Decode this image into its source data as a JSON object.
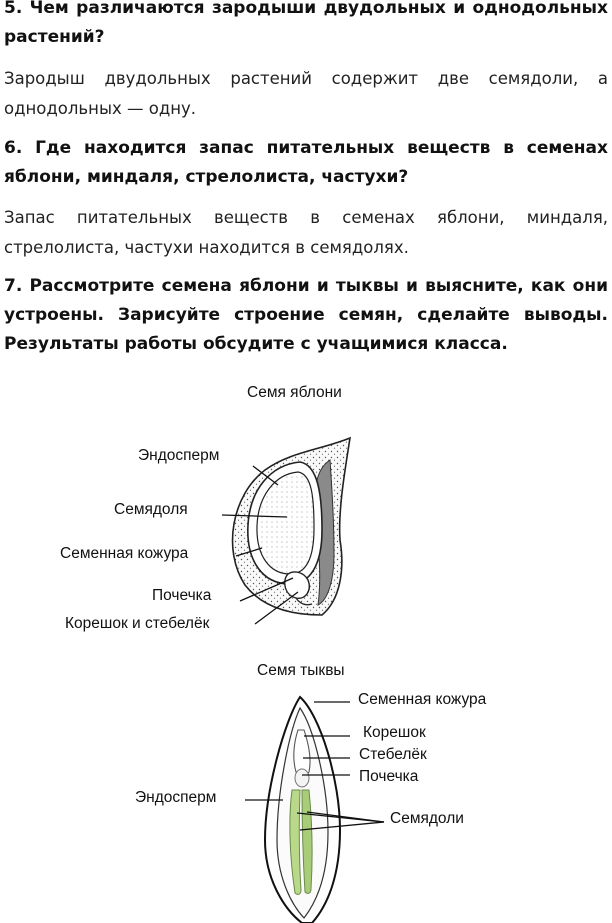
{
  "q5": {
    "question": "5. Чем различаются зародыши двудольных и однодольных растений?",
    "answer": "Зародыш двудольных растений содержит две семядоли, а однодольных — одну."
  },
  "q6": {
    "question": "6. Где находится запас питательных веществ в семенах яблони, миндаля, стрелолиста, частухи?",
    "answer": "Запас питательных веществ в семенах яблони, миндаля, стрелолиста, частухи находится в семядолях."
  },
  "q7": {
    "question": "7. Рассмотрите семена яблони и тыквы и выясните, как они устроены. Зарисуйте строение семян, сделайте выводы. Результаты работы обсудите с учащимися класса."
  },
  "apple": {
    "title": "Семя яблони",
    "labels": {
      "endosperm": "Эндосперм",
      "cotyledon": "Семядоля",
      "coat": "Семенная кожура",
      "bud": "Почечка",
      "root_stem": "Корешок и стебелёк"
    }
  },
  "pumpkin": {
    "title": "Семя тыквы",
    "labels": {
      "coat": "Семенная кожура",
      "root": "Корешок",
      "stem": "Стебелёк",
      "bud": "Почечка",
      "endosperm": "Эндосперм",
      "cotyledons": "Семядоли"
    }
  },
  "colors": {
    "cotyledon_green": "#b9d88a",
    "coat_gray": "#8a8a8a"
  }
}
